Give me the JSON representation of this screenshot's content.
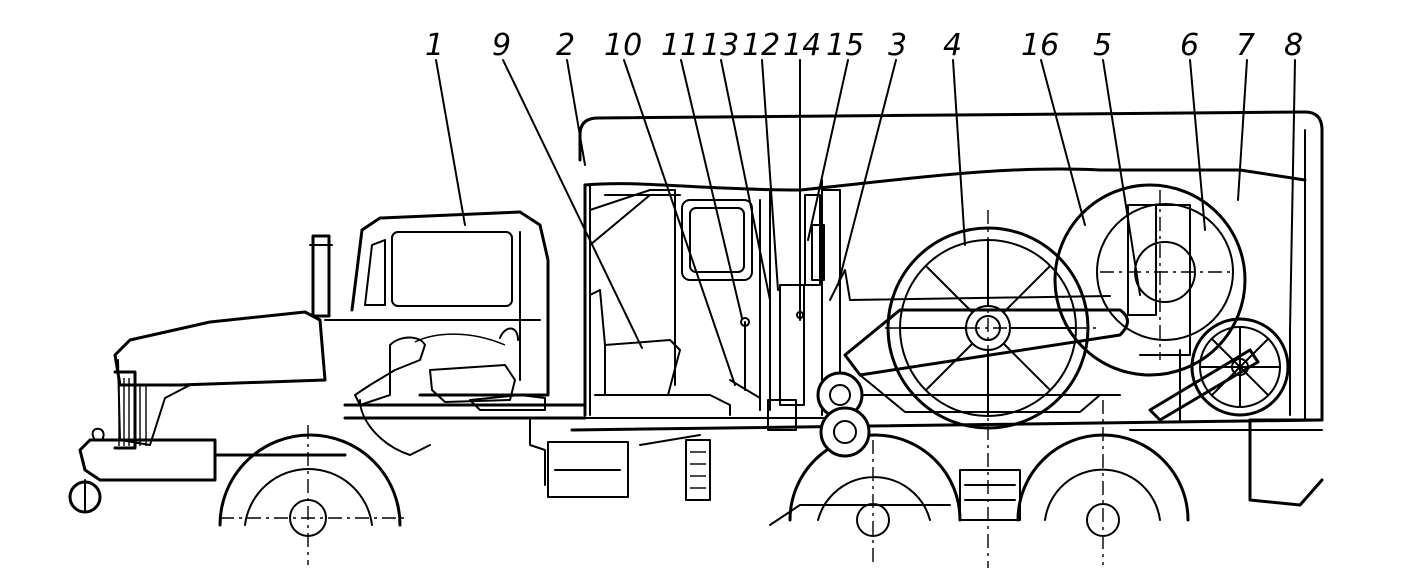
{
  "diagram": {
    "labels": [
      {
        "id": "l1",
        "text": "1"
      },
      {
        "id": "l9",
        "text": "9"
      },
      {
        "id": "l2",
        "text": "2"
      },
      {
        "id": "l10",
        "text": "10"
      },
      {
        "id": "l11",
        "text": "11"
      },
      {
        "id": "l13",
        "text": "13"
      },
      {
        "id": "l12",
        "text": "12"
      },
      {
        "id": "l14",
        "text": "14"
      },
      {
        "id": "l15",
        "text": "15"
      },
      {
        "id": "l3",
        "text": "3"
      },
      {
        "id": "l4",
        "text": "4"
      },
      {
        "id": "l16",
        "text": "16"
      },
      {
        "id": "l5",
        "text": "5"
      },
      {
        "id": "l6",
        "text": "6"
      },
      {
        "id": "l7",
        "text": "7"
      },
      {
        "id": "l8",
        "text": "8"
      }
    ]
  }
}
